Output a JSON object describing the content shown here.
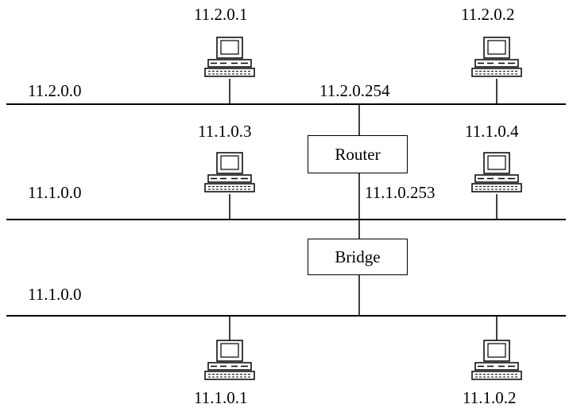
{
  "networks": [
    {
      "address": "11.2.0.0"
    },
    {
      "address": "11.1.0.0"
    },
    {
      "address": "11.1.0.0"
    }
  ],
  "hosts": [
    {
      "ip": "11.2.0.1"
    },
    {
      "ip": "11.2.0.2"
    },
    {
      "ip": "11.1.0.3"
    },
    {
      "ip": "11.1.0.4"
    },
    {
      "ip": "11.1.0.1"
    },
    {
      "ip": "11.1.0.2"
    }
  ],
  "router": {
    "label": "Router",
    "upper_ip": "11.2.0.254",
    "lower_ip": "11.1.0.253"
  },
  "bridge": {
    "label": "Bridge"
  },
  "icon": "desktop-computer-icon"
}
